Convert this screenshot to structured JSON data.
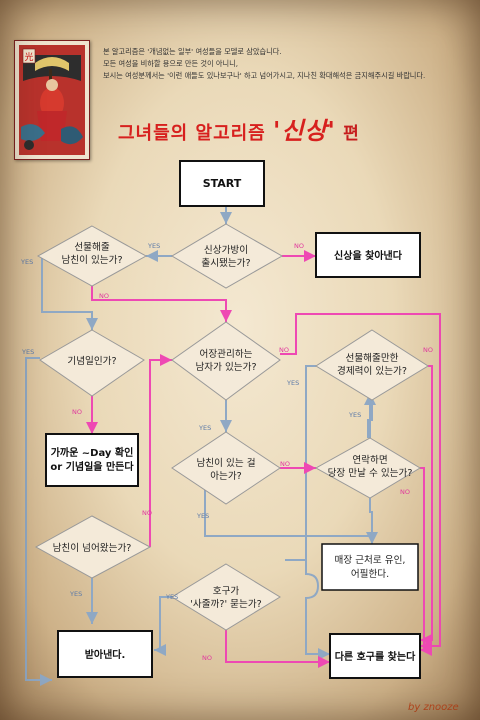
{
  "header": {
    "card_glyph": "光",
    "notes": [
      "본 알고리즘은 '개념없는 일부' 여성들을 모델로 삼았습니다.",
      "모든 여성을 비하할 용으로 만든 것이 아니니,",
      "보시는 여성분께서는 '이런 애들도 있나보구나' 하고 넘어가시고, 지나친 확대해석은 금지해주시길 바랍니다."
    ],
    "title_prefix": "그녀들의 알고리즘",
    "title_main": "'신상'",
    "title_suffix": "편"
  },
  "nodes": {
    "start": [
      "START"
    ],
    "new_release": [
      "신상가방이",
      "출시됐는가?"
    ],
    "get_new": [
      "신상을 찾아낸다"
    ],
    "bf_buy": [
      "선물해줄",
      "남친이 있는가?"
    ],
    "anniversary": [
      "기념일인가?"
    ],
    "upcoming_day": [
      "가까운 ~Day 확인",
      "or 기념일을 만든다"
    ],
    "bf_fell": [
      "남친이 넘어왔는가?"
    ],
    "fish": [
      "어장관리하는",
      "남자가 있는가?"
    ],
    "bf_knows": [
      "남친이 있는 걸",
      "아는가?"
    ],
    "sucker": [
      "호구가",
      "'사줄까?' 묻는가?"
    ],
    "receive": [
      "받아낸다."
    ],
    "econ": [
      "선물해줄만한",
      "경제력이 있는가?"
    ],
    "contact": [
      "연락하면",
      "당장 만날 수 있는가?"
    ],
    "lure": [
      "매장 근처로 유인,",
      "어필한다."
    ],
    "find_other": [
      "다른 호구를 찾는다"
    ]
  },
  "labels": {
    "yes": "YES",
    "no": "NO"
  },
  "signature": "by znooze",
  "colors": {
    "yes_line": "#8fa8c4",
    "no_line": "#ee49b3",
    "title": "#d7201e"
  }
}
